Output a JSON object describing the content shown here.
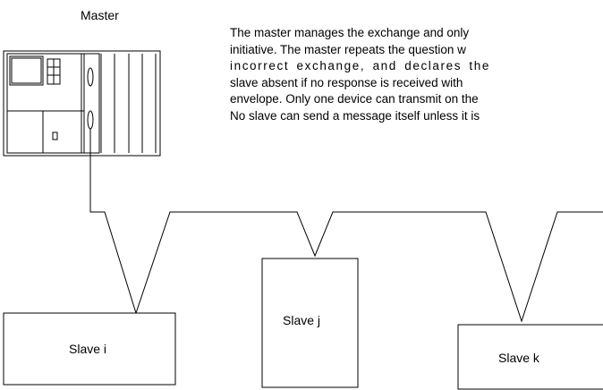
{
  "master": {
    "label": "Master"
  },
  "description": {
    "lines": [
      "The master manages the exchange and only",
      "initiative. The master repeats the question w",
      "incorrect  exchange,  and  declares  the",
      "slave absent if no response is received with",
      "envelope. Only one device can transmit on the",
      "No slave can send a message itself unless it is"
    ]
  },
  "slaves": [
    {
      "label": "Slave i"
    },
    {
      "label": "Slave j"
    },
    {
      "label": "Slave k"
    }
  ],
  "colors": {
    "stroke": "#000000",
    "background": "#ffffff"
  }
}
